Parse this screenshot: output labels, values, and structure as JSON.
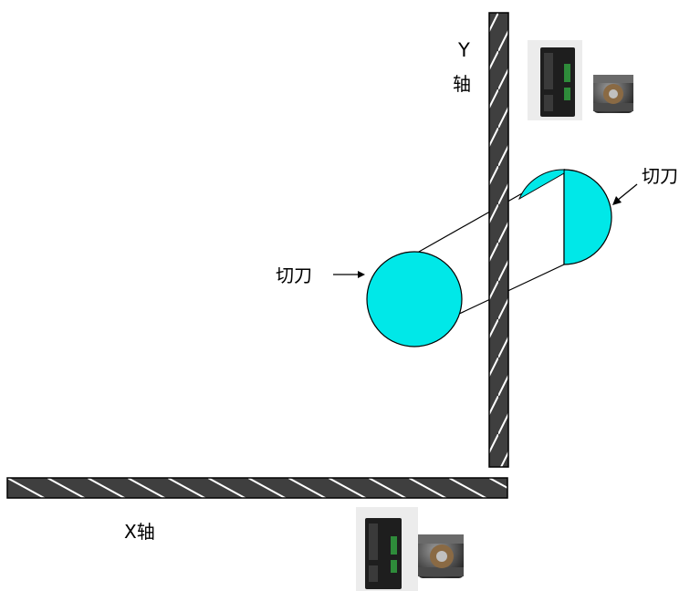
{
  "labels": {
    "y_axis_letter": "Y",
    "y_axis_char": "轴",
    "x_axis": "X轴",
    "cutter_left": "切刀",
    "cutter_right": "切刀"
  },
  "icons": {
    "y_motor": "stepper-driver-and-motor-photo",
    "x_motor": "stepper-driver-and-motor-photo"
  },
  "colors": {
    "cutter_fill": "#00E8E8",
    "rail_fill": "#3F3F3F",
    "stroke": "#000000",
    "background": "#FFFFFF"
  }
}
